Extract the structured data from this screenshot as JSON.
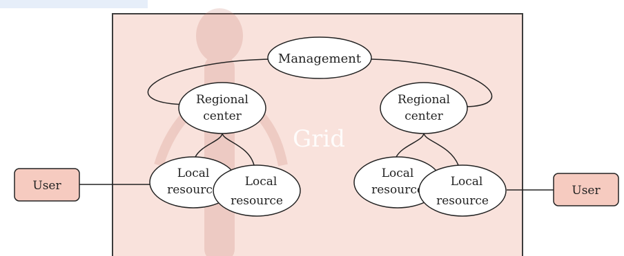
{
  "diagram": {
    "grid_label": "Grid",
    "management_label": "Management",
    "left": {
      "regional": [
        "Regional",
        "center"
      ],
      "local_a": [
        "Local",
        "resource"
      ],
      "local_b": [
        "Local",
        "resource"
      ],
      "user": "User"
    },
    "right": {
      "regional": [
        "Regional",
        "center"
      ],
      "local_a": [
        "Local",
        "resource"
      ],
      "local_b": [
        "Local",
        "resource"
      ],
      "user": "User"
    }
  },
  "colors": {
    "background": "#ffffff",
    "grid_fill": "#f9e2dc",
    "grid_border": "#3c3c3c",
    "user_fill": "#f6cbc0",
    "node_fill": "#ffffff",
    "stroke": "#222222",
    "grid_text": "#ffffff"
  }
}
